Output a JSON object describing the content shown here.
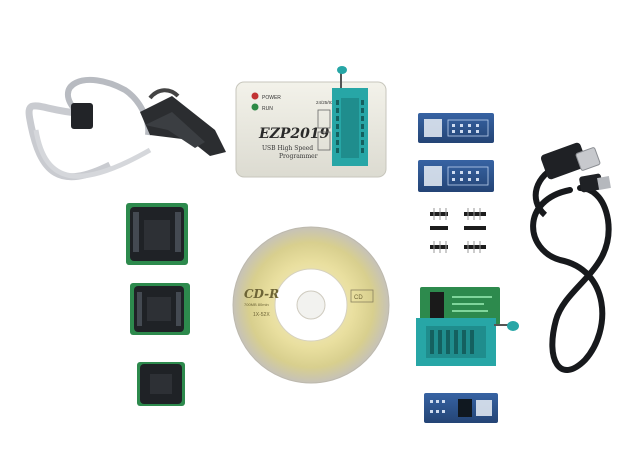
{
  "programmer": {
    "model": "EZP2019",
    "line1": "USB  High Speed",
    "line2": "Programmer",
    "led_power": "POWER",
    "led_run": "RUN",
    "chip_note": "24/25/93",
    "body_color": "#ecebe2",
    "socket_color": "#27a6a6"
  },
  "cd": {
    "label": "CD-R",
    "sub": "700MB 80min",
    "speed": "1X-52X",
    "brand": "CD"
  },
  "colors": {
    "pcb_blue": "#2a4f86",
    "pcb_green": "#2d8a4d",
    "socket_black": "#1f2226",
    "cable_black": "#17191c",
    "clip_black": "#2a2c2f"
  }
}
